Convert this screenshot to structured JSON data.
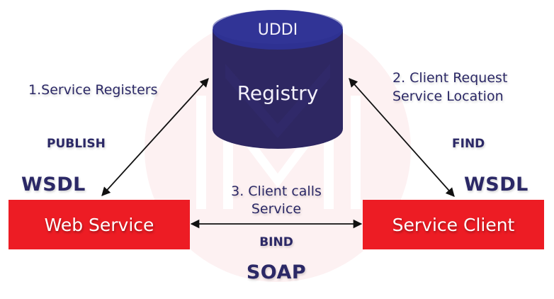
{
  "diagram": {
    "registry": {
      "top_label": "UDDI",
      "body_label": "Registry"
    },
    "nodes": {
      "web_service": "Web Service",
      "service_client": "Service Client"
    },
    "steps": {
      "publish": {
        "line1": "1.Service Registers",
        "verb": "PUBLISH",
        "protocol": "WSDL"
      },
      "find": {
        "line1": "2. Client Request",
        "line2": "Service Location",
        "verb": "FIND",
        "protocol": "WSDL"
      },
      "bind": {
        "line1": "3. Client calls",
        "line2": "Service",
        "verb": "BIND",
        "protocol": "SOAP"
      }
    },
    "edges": [
      {
        "from": "web_service",
        "to": "registry",
        "label": "PUBLISH",
        "bidirectional": true
      },
      {
        "from": "service_client",
        "to": "registry",
        "label": "FIND",
        "bidirectional": true
      },
      {
        "from": "web_service",
        "to": "service_client",
        "label": "BIND",
        "bidirectional": true
      }
    ],
    "colors": {
      "box_red": "#ed1c24",
      "db_top": "#2e3192",
      "db_body": "#2e2762",
      "text_navy": "#2b2866",
      "watermark": "#fdf2f3"
    }
  }
}
